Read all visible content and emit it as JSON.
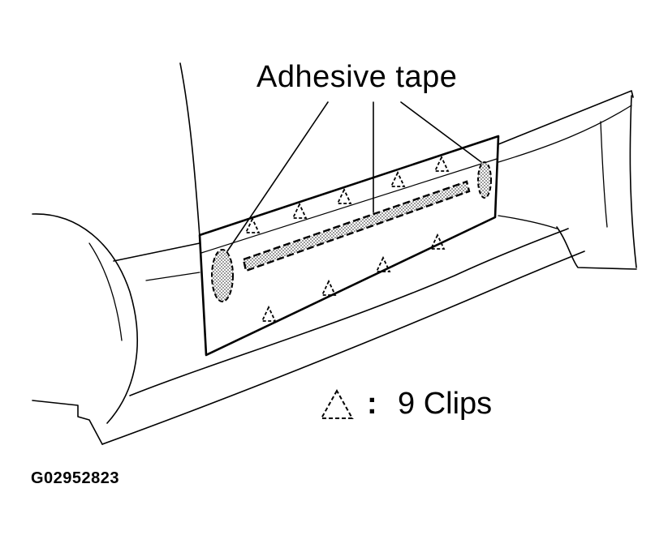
{
  "diagram": {
    "callout_label": "Adhesive tape",
    "legend": {
      "symbol_icon": "dashed-triangle-clip-icon",
      "separator": ":",
      "text": "9 Clips"
    },
    "figure_id": "G02952823"
  },
  "colors": {
    "line": "#000000",
    "tape_fill": "#bdbdbd",
    "background": "#ffffff"
  }
}
